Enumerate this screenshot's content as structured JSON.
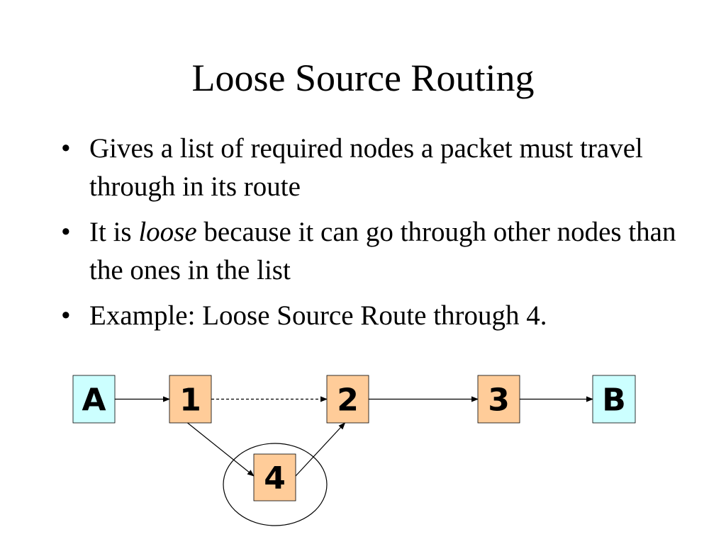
{
  "slide": {
    "title": "Loose Source Routing",
    "bullets": [
      {
        "bullet_char": "•",
        "text_before": "Gives a list of required nodes a packet must travel through in its route",
        "emphasis": "",
        "text_after": ""
      },
      {
        "bullet_char": "•",
        "text_before": "It is ",
        "emphasis": "loose",
        "text_after": " because it can go through other nodes than the ones in the list"
      },
      {
        "bullet_char": "•",
        "text_before": "Example: Loose Source Route through 4.",
        "emphasis": "",
        "text_after": ""
      }
    ]
  },
  "diagram": {
    "colors": {
      "endpoint_fill": "#ccffff",
      "router_fill": "#ffcc99",
      "stroke": "#000000"
    },
    "nodes": [
      {
        "id": "A",
        "label": "A",
        "kind": "endpoint"
      },
      {
        "id": "1",
        "label": "1",
        "kind": "router"
      },
      {
        "id": "2",
        "label": "2",
        "kind": "router"
      },
      {
        "id": "3",
        "label": "3",
        "kind": "router"
      },
      {
        "id": "B",
        "label": "B",
        "kind": "endpoint"
      },
      {
        "id": "4",
        "label": "4",
        "kind": "router",
        "highlighted": true
      }
    ],
    "edges": [
      {
        "from": "A",
        "to": "1",
        "style": "solid"
      },
      {
        "from": "1",
        "to": "2",
        "style": "dashed"
      },
      {
        "from": "2",
        "to": "3",
        "style": "solid"
      },
      {
        "from": "3",
        "to": "B",
        "style": "solid"
      },
      {
        "from": "1",
        "to": "4",
        "style": "solid"
      },
      {
        "from": "4",
        "to": "2",
        "style": "solid"
      }
    ]
  }
}
